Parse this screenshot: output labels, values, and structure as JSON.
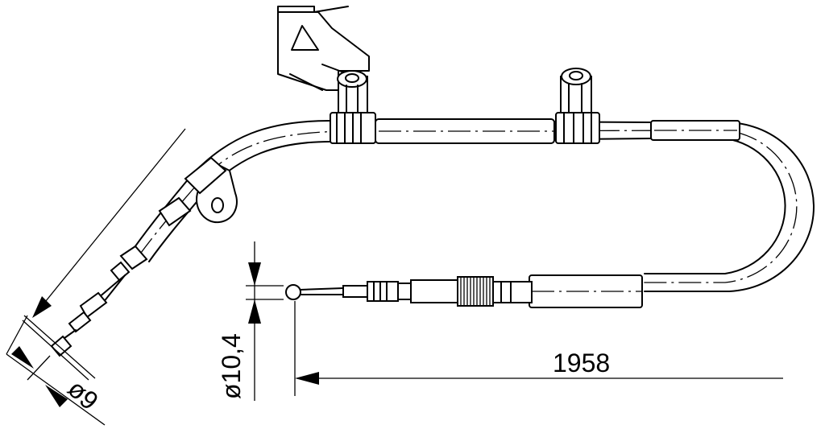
{
  "dimensions": {
    "length": "1958",
    "diameter_end": "ø10,4",
    "diameter_start": "ø9"
  }
}
